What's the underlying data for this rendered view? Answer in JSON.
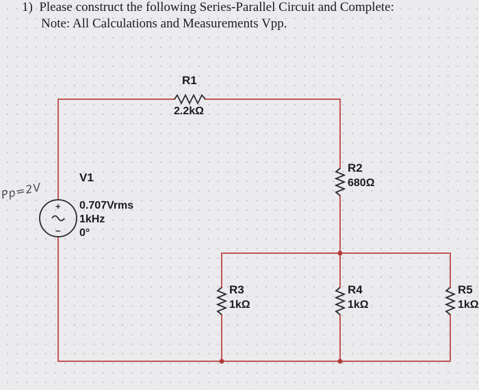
{
  "question": {
    "number": "1)",
    "line1": "Please construct the following Series-Parallel Circuit and Complete:",
    "line2": "Note: All Calculations and Measurements Vpp."
  },
  "source": {
    "name": "V1",
    "amplitude": "0.707Vrms",
    "frequency": "1kHz",
    "phase": "0°",
    "plus_sign": "+",
    "minus_sign": "−"
  },
  "resistors": [
    {
      "name": "R1",
      "value": "2.2kΩ"
    },
    {
      "name": "R2",
      "value": "680Ω"
    },
    {
      "name": "R3",
      "value": "1kΩ"
    },
    {
      "name": "R4",
      "value": "1kΩ"
    },
    {
      "name": "R5",
      "value": "1kΩ"
    }
  ],
  "handwritten_note": "Pp=2V",
  "colors": {
    "wire": "#c05555",
    "junction": "#b23c3c",
    "component": "#2a2a2e"
  }
}
